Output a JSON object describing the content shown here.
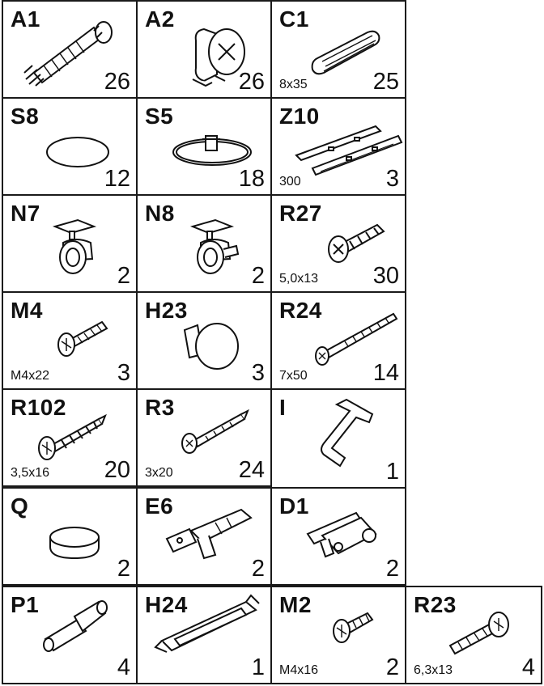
{
  "parts": [
    {
      "code": "A1",
      "qty": "26",
      "size": ""
    },
    {
      "code": "A2",
      "qty": "26",
      "size": ""
    },
    {
      "code": "C1",
      "qty": "25",
      "size": "8x35"
    },
    {
      "code": "S8",
      "qty": "12",
      "size": ""
    },
    {
      "code": "S5",
      "qty": "18",
      "size": ""
    },
    {
      "code": "Z10",
      "qty": "3",
      "size": "300"
    },
    {
      "code": "N7",
      "qty": "2",
      "size": ""
    },
    {
      "code": "N8",
      "qty": "2",
      "size": ""
    },
    {
      "code": "R27",
      "qty": "30",
      "size": "5,0x13"
    },
    {
      "code": "M4",
      "qty": "3",
      "size": "M4x22"
    },
    {
      "code": "H23",
      "qty": "3",
      "size": ""
    },
    {
      "code": "R24",
      "qty": "14",
      "size": "7x50"
    },
    {
      "code": "R102",
      "qty": "20",
      "size": "3,5x16"
    },
    {
      "code": "R3",
      "qty": "24",
      "size": "3x20"
    },
    {
      "code": "I",
      "qty": "1",
      "size": ""
    },
    {
      "code": "Q",
      "qty": "2",
      "size": ""
    },
    {
      "code": "E6",
      "qty": "2",
      "size": ""
    },
    {
      "code": "D1",
      "qty": "2",
      "size": ""
    },
    {
      "code": "P1",
      "qty": "4",
      "size": ""
    },
    {
      "code": "H24",
      "qty": "1",
      "size": ""
    },
    {
      "code": "M2",
      "qty": "2",
      "size": "M4x16"
    },
    {
      "code": "R23",
      "qty": "4",
      "size": "6,3x13"
    }
  ]
}
